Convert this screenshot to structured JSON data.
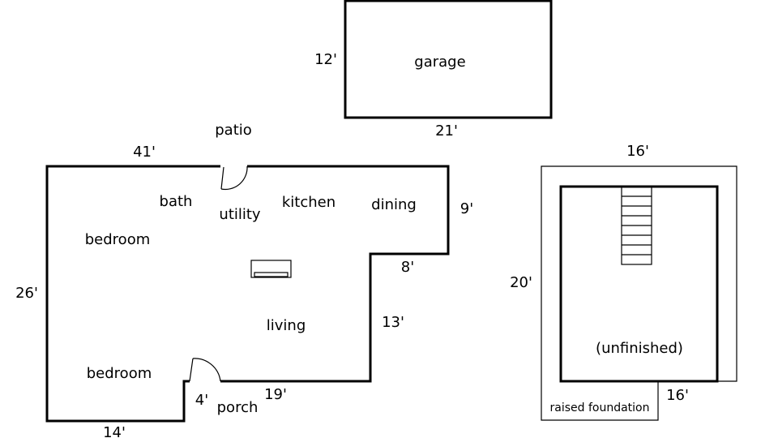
{
  "garage": {
    "name": "garage",
    "dim_height": "12'",
    "dim_width": "21'"
  },
  "house": {
    "rooms": {
      "patio": "patio",
      "bath": "bath",
      "utility": "utility",
      "kitchen": "kitchen",
      "dining": "dining",
      "bedroom_top": "bedroom",
      "bedroom_bottom": "bedroom",
      "living": "living",
      "porch": "porch"
    },
    "dims": {
      "top": "41'",
      "left": "26'",
      "bottom": "14'",
      "right_upper": "9'",
      "step": "8'",
      "right_lower": "13'",
      "porch_bottom": "19'",
      "porch_side": "4'"
    }
  },
  "basement": {
    "label": "(unfinished)",
    "foundation": "raised foundation",
    "dim_top": "16'",
    "dim_left": "20'",
    "dim_bottom": "16'"
  }
}
